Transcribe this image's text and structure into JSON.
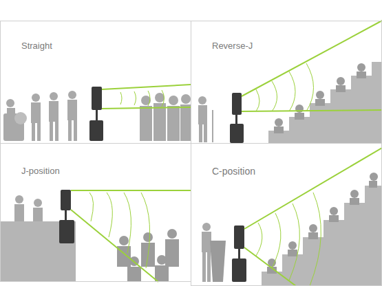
{
  "diagram": {
    "nodes": [
      {
        "text": [
          "Straight"
        ]
      },
      {
        "text": [
          "Reverse-J"
        ]
      },
      {
        "text": [
          "J-position"
        ]
      },
      {
        "text": [
          "C-position"
        ]
      }
    ]
  }
}
